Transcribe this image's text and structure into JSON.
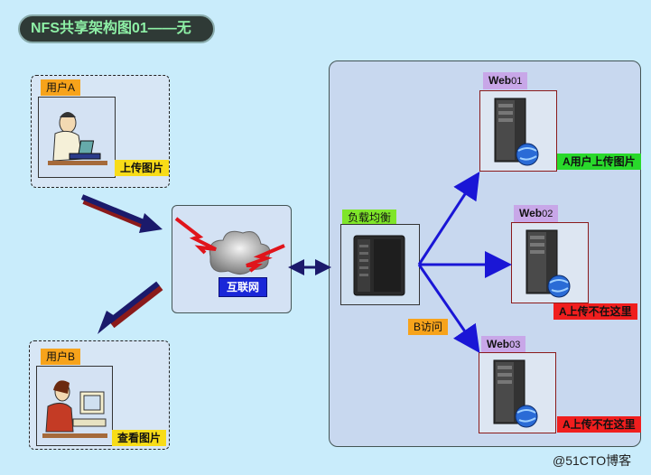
{
  "title": "NFS共享架构图01——无",
  "user_a": {
    "tag": "用户A",
    "action": "上传图片"
  },
  "user_b": {
    "tag": "用户B",
    "action": "查看图片"
  },
  "internet": {
    "label": "互联网"
  },
  "load_balancer": {
    "label": "负载均衡",
    "route": "B访问"
  },
  "web01": {
    "name": "Web",
    "num": "01",
    "status": "A用户上传图片"
  },
  "web02": {
    "name": "Web",
    "num": "02",
    "status": "A上传不在这里"
  },
  "web03": {
    "name": "Web",
    "num": "03",
    "status": "A上传不在这里"
  },
  "watermark": "@51CTO博客",
  "colors": {
    "background": "#c9ecfb",
    "link": "#1a16d6",
    "arrow": "#1b1a6b",
    "arrow_shadow": "#8b1a1a"
  }
}
